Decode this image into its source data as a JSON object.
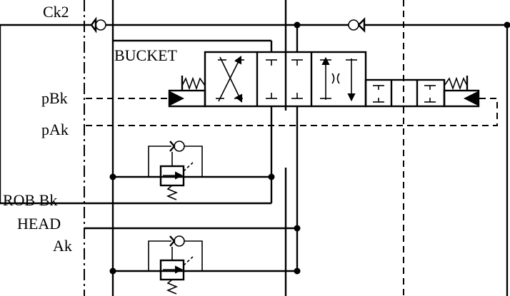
{
  "labels": {
    "ck2": "Ck2",
    "bucket": "BUCKET",
    "pbk": "pBk",
    "pak": "pAk",
    "rob_bk": "ROB Bk",
    "head": "HEAD",
    "ak": "Ak"
  }
}
